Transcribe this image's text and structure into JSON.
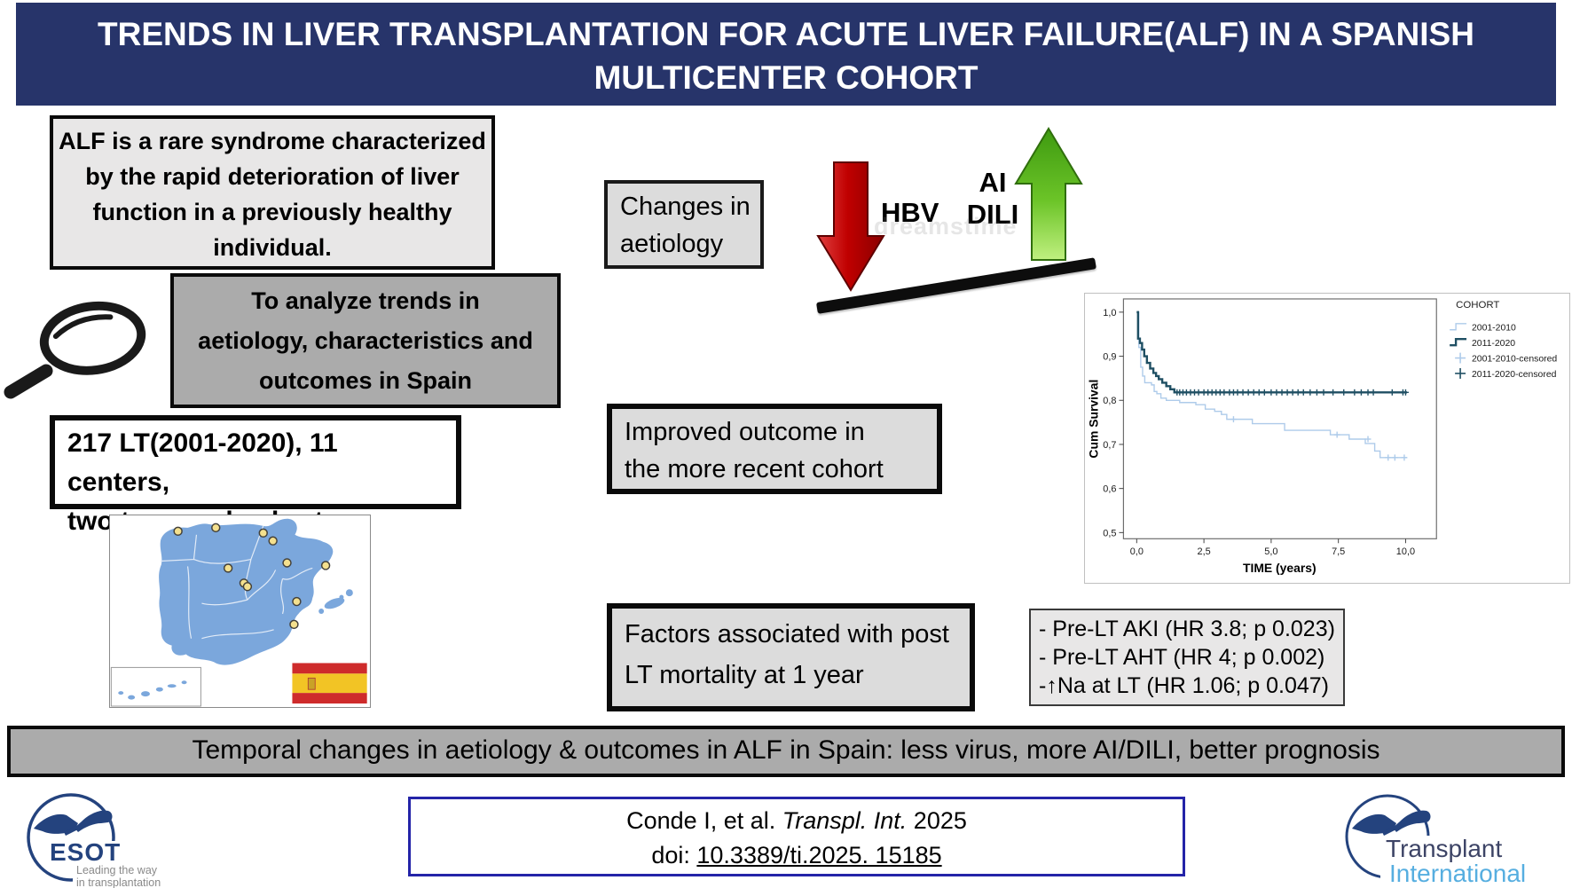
{
  "header": {
    "lines": [
      "TRENDS IN LIVER TRANSPLANTATION FOR ACUTE LIVER FAILURE(ALF) IN A SPANISH",
      "MULTICENTER COHORT"
    ]
  },
  "definition_box": {
    "lines": [
      "ALF is a rare syndrome characterized",
      "by the rapid deterioration of liver",
      "function in a previously healthy",
      "individual."
    ]
  },
  "objective_box": {
    "lines": [
      "To analyze trends in",
      "aetiology, characteristics and",
      "outcomes in Spain"
    ]
  },
  "cohort_box": {
    "lines": [
      "217 LT(2001-2020), 11 centers,",
      "two temporal cohorts"
    ]
  },
  "map": {
    "marker_count": 11,
    "markers": [
      [
        77,
        18
      ],
      [
        120,
        14
      ],
      [
        174,
        20
      ],
      [
        185,
        29
      ],
      [
        201,
        54
      ],
      [
        134,
        60
      ],
      [
        152,
        77
      ],
      [
        156,
        81
      ],
      [
        245,
        57
      ],
      [
        212,
        98
      ],
      [
        209,
        124
      ]
    ]
  },
  "aetiology": {
    "label_lines": [
      "Changes in",
      "aetiology"
    ],
    "down_label": "HBV",
    "up_labels": [
      "AI",
      "DILI"
    ],
    "watermark": "dreamstime"
  },
  "outcome_box": {
    "lines": [
      "Improved outcome in",
      "the more recent cohort"
    ]
  },
  "factors_box": {
    "lines": [
      "Factors associated with post",
      "LT mortality at 1 year"
    ]
  },
  "factors_list": {
    "lines": [
      "- Pre-LT AKI (HR 3.8; p 0.023)",
      "- Pre-LT AHT  (HR 4; p 0.002)",
      "-↑Na at LT (HR 1.06; p 0.047)"
    ]
  },
  "banner": {
    "text": "Temporal changes in aetiology & outcomes in ALF in Spain: less virus, more AI/DILI, better prognosis"
  },
  "citation": {
    "authors": "Conde I, et al. ",
    "journal": "Transpl. Int.",
    "year": " 2025",
    "doi_label": "doi: ",
    "doi_value": "10.3389/ti.2025. 15185"
  },
  "logos": {
    "esot": {
      "name": "ESOT",
      "tagline_lines": [
        "Leading the way",
        "in transplantation"
      ]
    },
    "ti": {
      "line1": "Transplant",
      "line2": "International"
    }
  },
  "colors": {
    "header_navy": "#27346A",
    "box_gray_light": "#E8E7E7",
    "box_gray_mid": "#DCDCDC",
    "box_gray_dark": "#ABABAB",
    "arrow_red": "#C00000",
    "arrow_green": "#5DBB2A",
    "map_blue": "#7BA7DC",
    "marker_yellow": "#F4E08E",
    "series_light": "#AECBEA",
    "series_dark": "#1F4F63",
    "citation_border": "#2424A8",
    "esot_navy": "#24437E",
    "ti_lightblue": "#56AEE0"
  },
  "chart_data": {
    "type": "line",
    "subtype": "kaplan-meier-step",
    "title": "",
    "xlabel": "TIME (years)",
    "ylabel": "Cum Survival",
    "xlim": [
      0,
      10
    ],
    "ylim": [
      0.5,
      1.0
    ],
    "grid": false,
    "legend_position": "right",
    "legend_title": "COHORT",
    "xticks": {
      "values": [
        0,
        2.5,
        5,
        7.5,
        10
      ],
      "labels": [
        "0,0",
        "2,5",
        "5,0",
        "7,5",
        "10,0"
      ]
    },
    "yticks": {
      "values": [
        0.5,
        0.6,
        0.7,
        0.8,
        0.9,
        1.0
      ],
      "labels": [
        "0,5",
        "0,6",
        "0,7",
        "0,8",
        "0,9",
        "1,0"
      ]
    },
    "series": [
      {
        "name": "2001-2010",
        "color": "#AECBEA",
        "width": 1.4,
        "steps": [
          [
            0,
            1.0
          ],
          [
            0.08,
            0.92
          ],
          [
            0.15,
            0.875
          ],
          [
            0.22,
            0.855
          ],
          [
            0.3,
            0.84
          ],
          [
            0.55,
            0.835
          ],
          [
            0.65,
            0.82
          ],
          [
            0.75,
            0.815
          ],
          [
            0.9,
            0.805
          ],
          [
            1.1,
            0.8
          ],
          [
            1.6,
            0.795
          ],
          [
            2.2,
            0.79
          ],
          [
            2.55,
            0.78
          ],
          [
            2.9,
            0.775
          ],
          [
            3.15,
            0.768
          ],
          [
            3.35,
            0.757
          ],
          [
            4.3,
            0.747
          ],
          [
            5.5,
            0.732
          ],
          [
            7.2,
            0.722
          ],
          [
            7.9,
            0.712
          ],
          [
            8.5,
            0.702
          ],
          [
            8.85,
            0.685
          ],
          [
            9.05,
            0.67
          ],
          [
            10.05,
            0.67
          ]
        ],
        "censored": [
          [
            3.6,
            0.757
          ],
          [
            7.45,
            0.722
          ],
          [
            8.6,
            0.712
          ],
          [
            9.35,
            0.67
          ],
          [
            9.6,
            0.67
          ],
          [
            9.95,
            0.67
          ]
        ]
      },
      {
        "name": "2011-2020",
        "color": "#1F4F63",
        "width": 2.4,
        "steps": [
          [
            0,
            1.0
          ],
          [
            0.05,
            0.94
          ],
          [
            0.12,
            0.93
          ],
          [
            0.2,
            0.915
          ],
          [
            0.28,
            0.9
          ],
          [
            0.38,
            0.885
          ],
          [
            0.5,
            0.872
          ],
          [
            0.62,
            0.862
          ],
          [
            0.72,
            0.855
          ],
          [
            0.82,
            0.848
          ],
          [
            0.95,
            0.84
          ],
          [
            1.1,
            0.832
          ],
          [
            1.25,
            0.825
          ],
          [
            1.4,
            0.818
          ],
          [
            10.05,
            0.818
          ]
        ],
        "censored": [
          [
            1.5,
            0.818
          ],
          [
            1.6,
            0.818
          ],
          [
            1.72,
            0.818
          ],
          [
            1.85,
            0.818
          ],
          [
            2.0,
            0.818
          ],
          [
            2.15,
            0.818
          ],
          [
            2.3,
            0.818
          ],
          [
            2.5,
            0.818
          ],
          [
            2.65,
            0.818
          ],
          [
            2.8,
            0.818
          ],
          [
            2.95,
            0.818
          ],
          [
            3.1,
            0.818
          ],
          [
            3.25,
            0.818
          ],
          [
            3.45,
            0.818
          ],
          [
            3.6,
            0.818
          ],
          [
            3.75,
            0.818
          ],
          [
            3.95,
            0.818
          ],
          [
            4.15,
            0.818
          ],
          [
            4.35,
            0.818
          ],
          [
            4.55,
            0.818
          ],
          [
            4.75,
            0.818
          ],
          [
            5.0,
            0.818
          ],
          [
            5.2,
            0.818
          ],
          [
            5.4,
            0.818
          ],
          [
            5.6,
            0.818
          ],
          [
            5.8,
            0.818
          ],
          [
            6.0,
            0.818
          ],
          [
            6.2,
            0.818
          ],
          [
            6.45,
            0.818
          ],
          [
            6.7,
            0.818
          ],
          [
            6.95,
            0.818
          ],
          [
            7.3,
            0.818
          ],
          [
            7.7,
            0.818
          ],
          [
            8.1,
            0.818
          ],
          [
            8.35,
            0.818
          ],
          [
            8.6,
            0.818
          ],
          [
            8.8,
            0.818
          ],
          [
            9.5,
            0.818
          ],
          [
            9.9,
            0.818
          ],
          [
            10.0,
            0.818
          ]
        ]
      }
    ],
    "legend_entries": [
      {
        "label": "2001-2010",
        "type": "line",
        "color": "#AECBEA"
      },
      {
        "label": "2011-2020",
        "type": "line",
        "color": "#1F4F63"
      },
      {
        "label": "2001-2010-censored",
        "type": "plus",
        "color": "#AECBEA"
      },
      {
        "label": "2011-2020-censored",
        "type": "plus",
        "color": "#1F4F63"
      }
    ]
  }
}
